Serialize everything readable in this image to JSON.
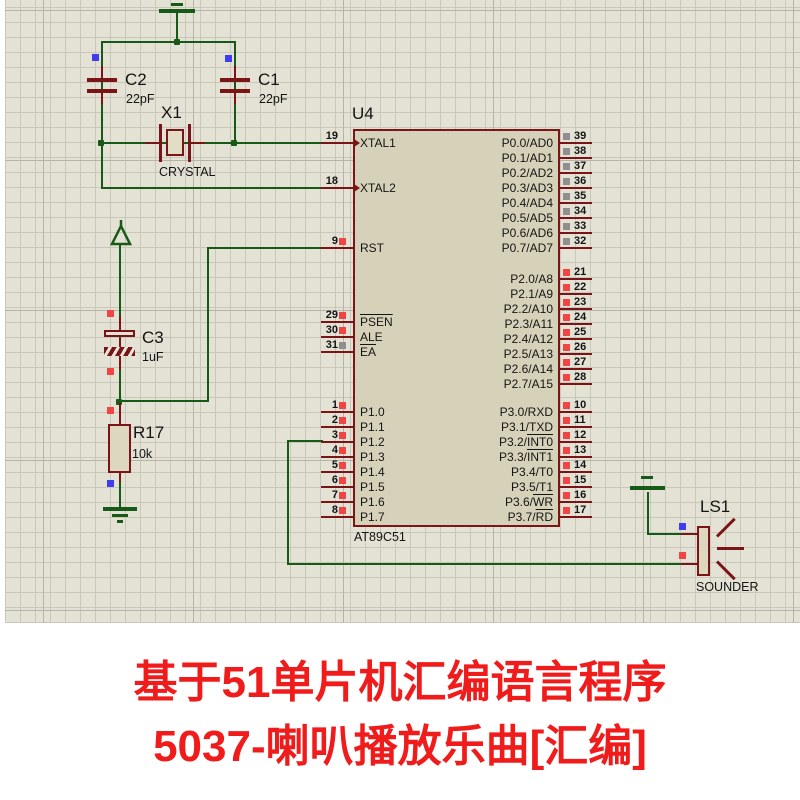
{
  "caption": {
    "line1": "基于51单片机汇编语言程序",
    "line2": "5037-喇叭播放乐曲[汇编]"
  },
  "components": {
    "c2": {
      "ref": "C2",
      "value": "22pF"
    },
    "c1": {
      "ref": "C1",
      "value": "22pF"
    },
    "x1": {
      "ref": "X1",
      "value": "CRYSTAL"
    },
    "c3": {
      "ref": "C3",
      "value": "1uF"
    },
    "r17": {
      "ref": "R17",
      "value": "10k"
    },
    "ls1": {
      "ref": "LS1",
      "value": "SOUNDER"
    },
    "u4": {
      "ref": "U4",
      "part": "AT89C51"
    }
  },
  "chip": {
    "left_pins": [
      {
        "num": "19",
        "name": "XTAL1",
        "square": null,
        "clk": true
      },
      {
        "num": "18",
        "name": "XTAL2",
        "square": null,
        "clk": true
      },
      {
        "num": "9",
        "name": "RST",
        "square": "red",
        "clk": false
      },
      {
        "num": "29",
        "name": "~PSEN~",
        "square": "red",
        "clk": false
      },
      {
        "num": "30",
        "name": "ALE",
        "square": "red",
        "clk": false
      },
      {
        "num": "31",
        "name": "~EA~",
        "square": "gray",
        "clk": false
      },
      {
        "num": "1",
        "name": "P1.0",
        "square": "red",
        "clk": false
      },
      {
        "num": "2",
        "name": "P1.1",
        "square": "red",
        "clk": false
      },
      {
        "num": "3",
        "name": "P1.2",
        "square": "red",
        "clk": false
      },
      {
        "num": "4",
        "name": "P1.3",
        "square": "red",
        "clk": false
      },
      {
        "num": "5",
        "name": "P1.4",
        "square": "red",
        "clk": false
      },
      {
        "num": "6",
        "name": "P1.5",
        "square": "red",
        "clk": false
      },
      {
        "num": "7",
        "name": "P1.6",
        "square": "red",
        "clk": false
      },
      {
        "num": "8",
        "name": "P1.7",
        "square": "red",
        "clk": false
      }
    ],
    "right_pins": [
      {
        "num": "39",
        "name": "P0.0/AD0",
        "square": "gray"
      },
      {
        "num": "38",
        "name": "P0.1/AD1",
        "square": "gray"
      },
      {
        "num": "37",
        "name": "P0.2/AD2",
        "square": "gray"
      },
      {
        "num": "36",
        "name": "P0.3/AD3",
        "square": "gray"
      },
      {
        "num": "35",
        "name": "P0.4/AD4",
        "square": "gray"
      },
      {
        "num": "34",
        "name": "P0.5/AD5",
        "square": "gray"
      },
      {
        "num": "33",
        "name": "P0.6/AD6",
        "square": "gray"
      },
      {
        "num": "32",
        "name": "P0.7/AD7",
        "square": "gray"
      },
      {
        "num": "21",
        "name": "P2.0/A8",
        "square": "red"
      },
      {
        "num": "22",
        "name": "P2.1/A9",
        "square": "red"
      },
      {
        "num": "23",
        "name": "P2.2/A10",
        "square": "red"
      },
      {
        "num": "24",
        "name": "P2.3/A11",
        "square": "red"
      },
      {
        "num": "25",
        "name": "P2.4/A12",
        "square": "red"
      },
      {
        "num": "26",
        "name": "P2.5/A13",
        "square": "red"
      },
      {
        "num": "27",
        "name": "P2.6/A14",
        "square": "red"
      },
      {
        "num": "28",
        "name": "P2.7/A15",
        "square": "red"
      },
      {
        "num": "10",
        "name": "P3.0/RXD",
        "square": "red"
      },
      {
        "num": "11",
        "name": "P3.1/TXD",
        "square": "red"
      },
      {
        "num": "12",
        "name": "P3.2/~INT0~",
        "square": "red"
      },
      {
        "num": "13",
        "name": "P3.3/~INT1~",
        "square": "red"
      },
      {
        "num": "14",
        "name": "P3.4/T0",
        "square": "red"
      },
      {
        "num": "15",
        "name": "P3.5/T1",
        "square": "red"
      },
      {
        "num": "16",
        "name": "P3.6/~WR~",
        "square": "red"
      },
      {
        "num": "17",
        "name": "P3.7/~RD~",
        "square": "red"
      }
    ]
  },
  "colors": {
    "wire": "#175917",
    "pin": "#7a1416",
    "chip_fill": "#d6d2ba",
    "marker_red": "#f04545",
    "marker_blue": "#3e3ef0",
    "marker_gray": "#8f8f8f",
    "caption": "#f01c1c"
  }
}
